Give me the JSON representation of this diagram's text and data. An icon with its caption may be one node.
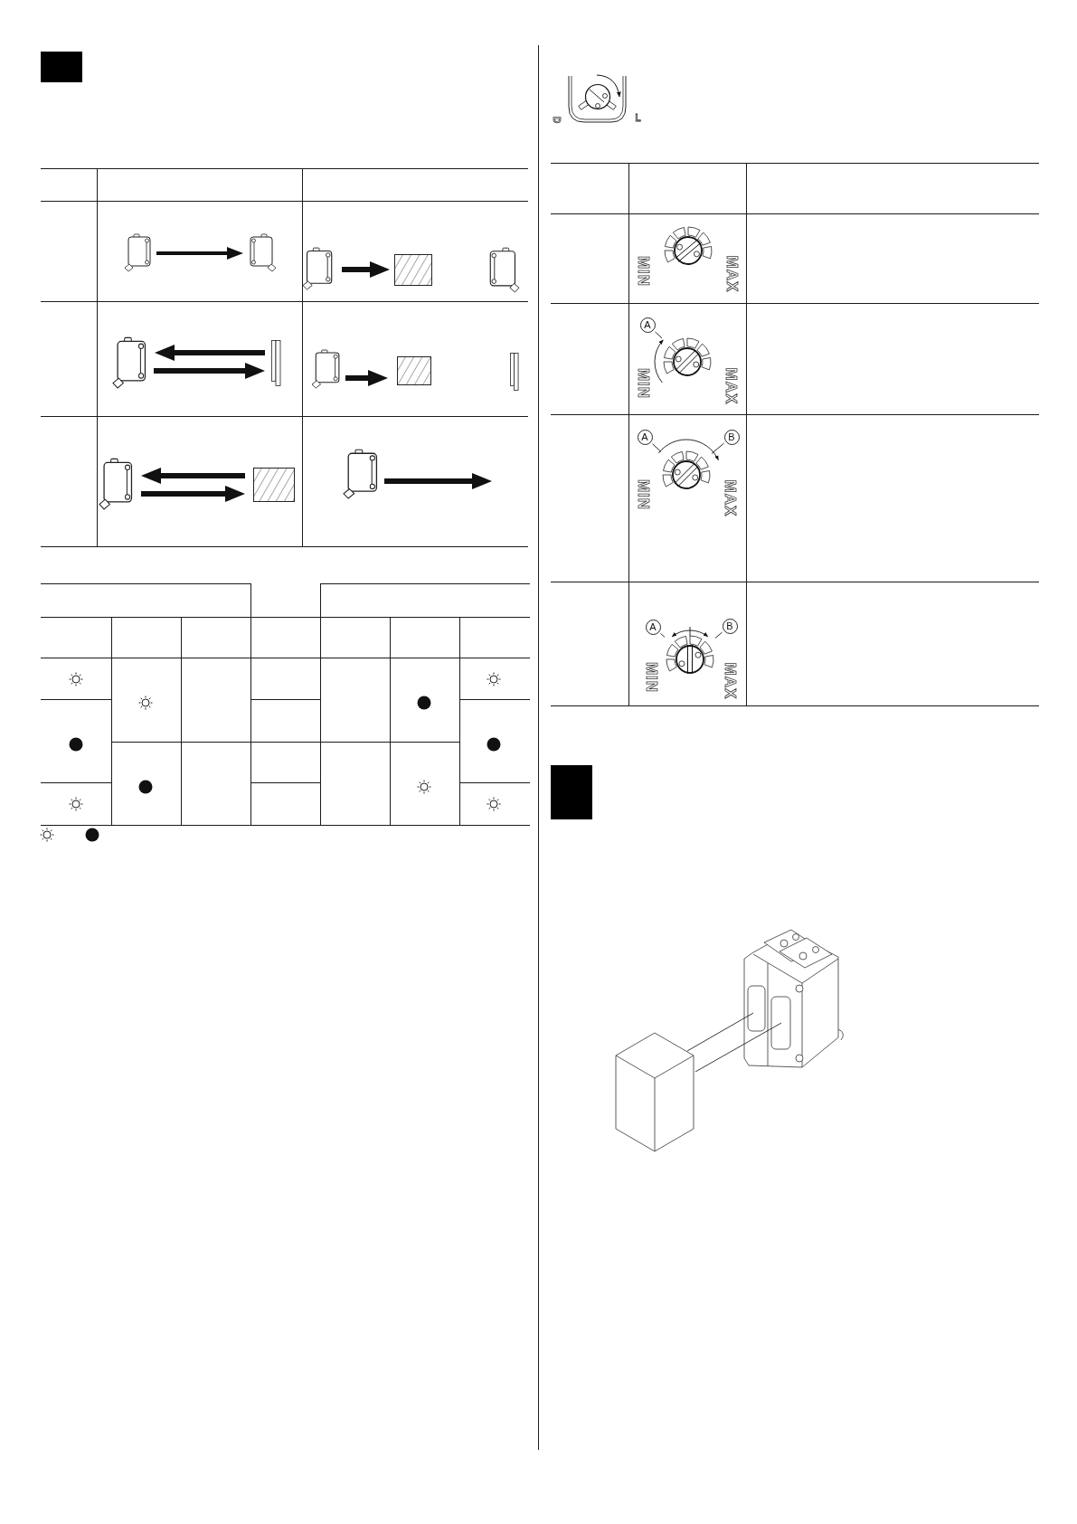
{
  "diagram": {
    "nodes": [
      {
        "text": [
          "A"
        ]
      },
      {
        "text": [],
        "shape": "picture"
      },
      {
        "text": [
          "A"
        ]
      },
      {
        "text": [
          "B"
        ]
      },
      {
        "text": [],
        "shape": "picture"
      },
      {
        "text": [
          "A"
        ]
      },
      {
        "text": [
          "B"
        ]
      },
      {
        "text": [],
        "shape": "picture"
      }
    ],
    "edges": [
      {
        "from": 0,
        "to": 1,
        "arrow": "none"
      },
      {
        "from": 2,
        "to": 4,
        "arrow": "none"
      },
      {
        "from": 3,
        "to": 4,
        "arrow": "none"
      },
      {
        "from": 5,
        "to": 7,
        "arrow": "none"
      },
      {
        "from": 6,
        "to": 7,
        "arrow": "none"
      }
    ],
    "labels": [
      "D",
      "L",
      "MIN",
      "MAX",
      "MIN",
      "MAX",
      "MIN",
      "MAX",
      "MIN",
      "MAX"
    ]
  }
}
